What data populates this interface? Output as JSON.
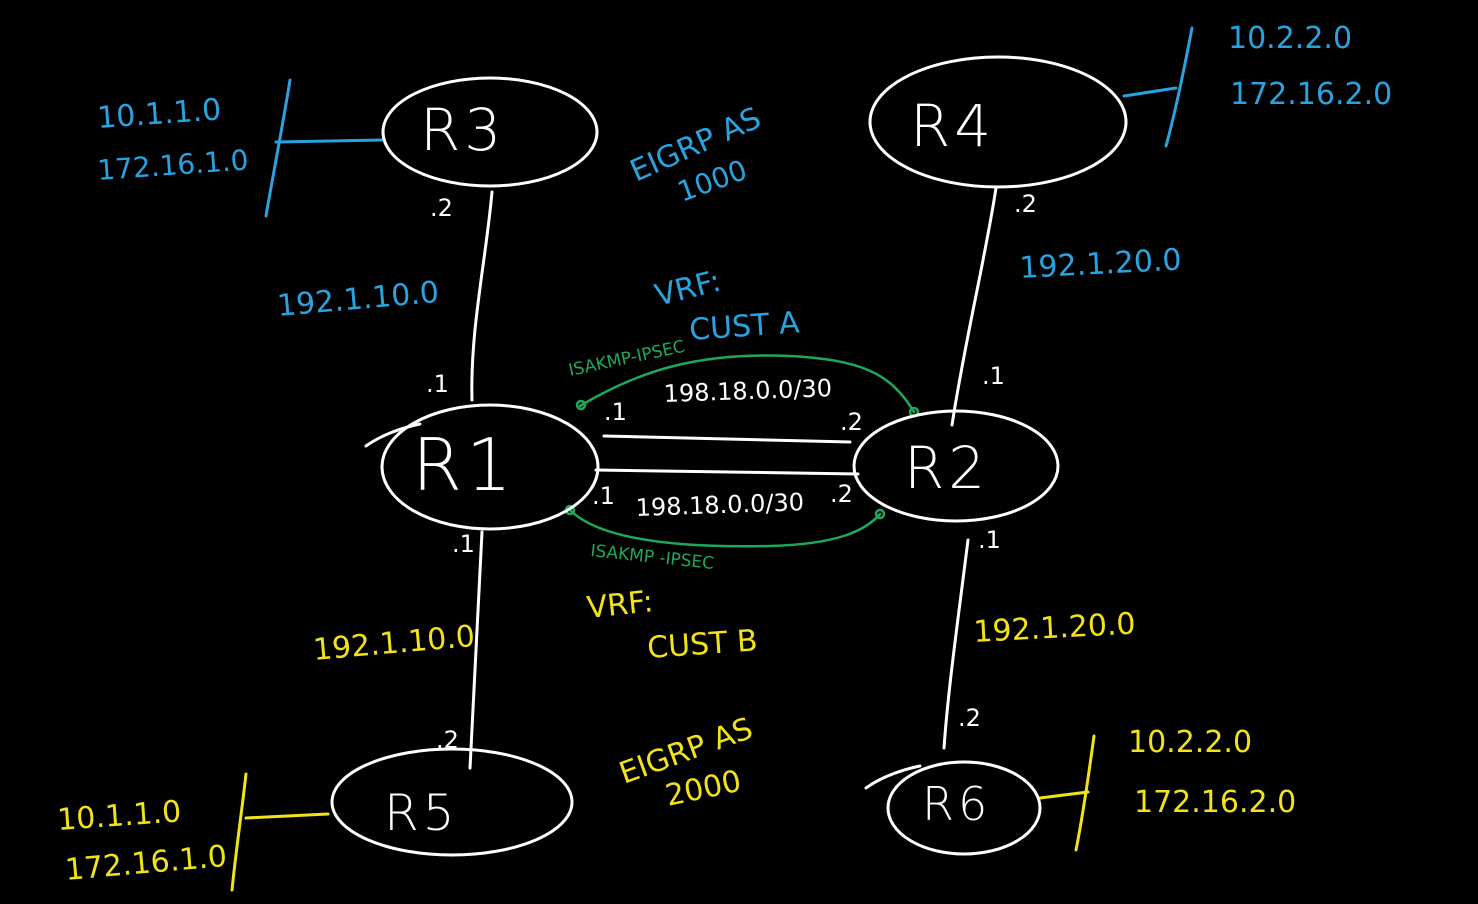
{
  "routers": {
    "r1": "R1",
    "r2": "R2",
    "r3": "R3",
    "r4": "R4",
    "r5": "R5",
    "r6": "R6"
  },
  "top_left_networks": {
    "line1": "10.1.1.0",
    "line2": "172.16.1.0"
  },
  "top_right_networks": {
    "line1": "10.2.2.0",
    "line2": "172.16.2.0"
  },
  "bottom_left_networks": {
    "line1": "10.1.1.0",
    "line2": "172.16.1.0"
  },
  "bottom_right_networks": {
    "line1": "10.2.2.0",
    "line2": "172.16.2.0"
  },
  "eigrp_blue": {
    "line1": "EIGRP AS",
    "line2": "1000"
  },
  "eigrp_yellow": {
    "line1": "EIGRP AS",
    "line2": "2000"
  },
  "vrf_a": {
    "line1": "VRF:",
    "line2": "CUST A"
  },
  "vrf_b": {
    "line1": "VRF:",
    "line2": "CUST B"
  },
  "tunnel_a": "ISAKMP-IPSEC",
  "tunnel_b": "ISAKMP -IPSEC",
  "links": {
    "r3_r1_net": "192.1.10.0",
    "r3_r1_top": ".2",
    "r3_r1_bottom": ".1",
    "r4_r2_net": "192.1.20.0",
    "r4_r2_top": ".2",
    "r4_r2_bottom": ".1",
    "r1_r5_net": "192.1.10.0",
    "r1_r5_top": ".1",
    "r1_r5_bottom": ".2",
    "r2_r6_net": "192.1.20.0",
    "r2_r6_top": ".1",
    "r2_r6_bottom": ".2",
    "r1_r2_upper_net": "198.18.0.0/30",
    "r1_r2_upper_left": ".1",
    "r1_r2_upper_right": ".2",
    "r1_r2_lower_net": "198.18.0.0/30",
    "r1_r2_lower_left": ".1",
    "r1_r2_lower_right": ".2"
  },
  "colors": {
    "background": "#000000",
    "cust_a": "#29a3e0",
    "cust_b": "#f2e21a",
    "tunnel": "#1fa85a",
    "lines": "#ffffff"
  }
}
